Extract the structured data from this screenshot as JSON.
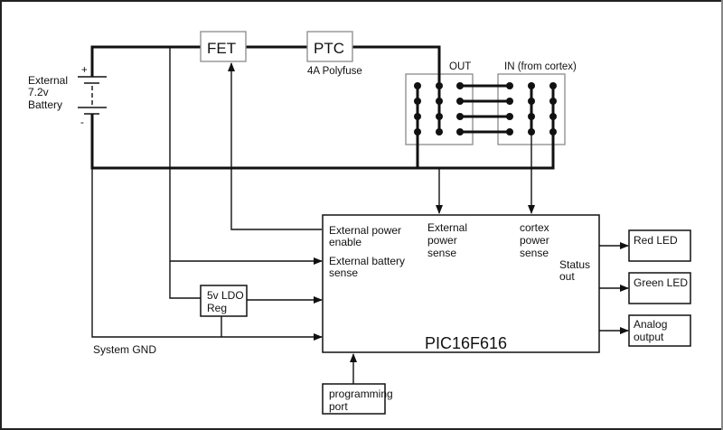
{
  "diagram": {
    "title_chip": "PIC16F616",
    "battery": {
      "label_lines": [
        "External",
        "7.2v",
        "Battery"
      ],
      "plus": "+",
      "minus": "-"
    },
    "fet": {
      "label": "FET"
    },
    "ptc": {
      "label": "PTC",
      "caption": "4A Polyfuse"
    },
    "connectors": {
      "out_label": "OUT",
      "in_label": "IN (from cortex)",
      "pins_per_column": 4
    },
    "mcu": {
      "name": "PIC16F616",
      "inputs": {
        "ext_power_enable": [
          "External power",
          "enable"
        ],
        "ext_battery_sense": [
          "External battery",
          "sense"
        ],
        "ext_power_sense": [
          "External",
          "power",
          "sense"
        ],
        "cortex_power_sense": [
          "cortex",
          "power",
          "sense"
        ],
        "status_out": [
          "Status",
          "out"
        ]
      }
    },
    "ldo": {
      "label_lines": [
        "5v LDO",
        "Reg"
      ]
    },
    "system_gnd": "System GND",
    "programming_port": {
      "label_lines": [
        "programming",
        "port"
      ]
    },
    "outputs": {
      "red_led": [
        "Red LED"
      ],
      "green_led": [
        "Green LED"
      ],
      "analog_output": [
        "Analog",
        "output"
      ]
    }
  }
}
